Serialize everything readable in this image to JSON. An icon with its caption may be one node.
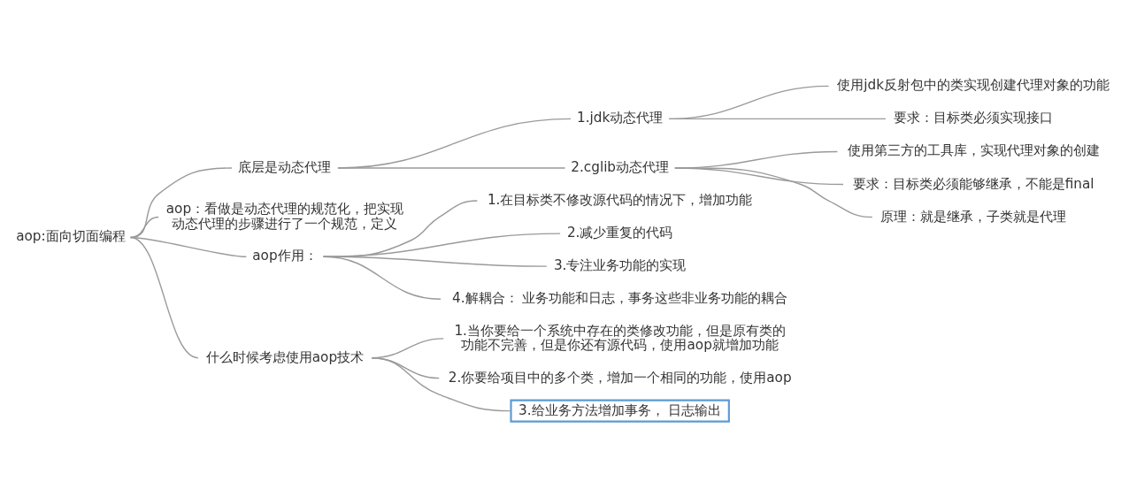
{
  "diagram": {
    "nodes": [
      {
        "text": [
          "aop:面向切面编程"
        ]
      },
      {
        "text": [
          "底层是动态代理"
        ]
      },
      {
        "text": [
          "1.jdk动态代理"
        ]
      },
      {
        "text": [
          "使用jdk反射包中的类实现创建代理对象的功能"
        ]
      },
      {
        "text": [
          "要求：目标类必须实现接口"
        ]
      },
      {
        "text": [
          "2.cglib动态代理"
        ]
      },
      {
        "text": [
          "使用第三方的工具库，实现代理对象的创建"
        ]
      },
      {
        "text": [
          "要求：目标类必须能够继承，不能是final"
        ]
      },
      {
        "text": [
          "原理：就是继承，子类就是代理"
        ]
      },
      {
        "text": [
          "aop：看做是动态代理的规范化，把实现动态代理的步骤进行了一个规范，定义"
        ]
      },
      {
        "text": [
          "aop作用："
        ]
      },
      {
        "text": [
          "1.在目标类不修改源代码的情况下，增加功能"
        ]
      },
      {
        "text": [
          "2.减少重复的代码"
        ]
      },
      {
        "text": [
          "3.专注业务功能的实现"
        ]
      },
      {
        "text": [
          "4.解耦合： 业务功能和日志，事务这些非业务功能的耦合"
        ]
      },
      {
        "text": [
          "什么时候考虑使用aop技术"
        ]
      },
      {
        "text": [
          "1.当你要给一个系统中存在的类修改功能，但是原有类的功能不完善，但是你还有源代码，使用aop就增加功能"
        ]
      },
      {
        "text": [
          "2.你要给项目中的多个类，增加一个相同的功能，使用aop"
        ]
      },
      {
        "text": [
          "3.给业务方法增加事务， 日志输出"
        ]
      }
    ],
    "edges": [
      {
        "from": 0,
        "to": 1,
        "arrow": "none"
      },
      {
        "from": 1,
        "to": 2,
        "arrow": "none"
      },
      {
        "from": 2,
        "to": 3,
        "arrow": "none"
      },
      {
        "from": 2,
        "to": 4,
        "arrow": "none"
      },
      {
        "from": 1,
        "to": 5,
        "arrow": "none"
      },
      {
        "from": 5,
        "to": 6,
        "arrow": "none"
      },
      {
        "from": 5,
        "to": 7,
        "arrow": "none"
      },
      {
        "from": 5,
        "to": 8,
        "arrow": "none"
      },
      {
        "from": 0,
        "to": 9,
        "arrow": "none"
      },
      {
        "from": 0,
        "to": 10,
        "arrow": "none"
      },
      {
        "from": 10,
        "to": 11,
        "arrow": "none"
      },
      {
        "from": 10,
        "to": 12,
        "arrow": "none"
      },
      {
        "from": 10,
        "to": 13,
        "arrow": "none"
      },
      {
        "from": 10,
        "to": 14,
        "arrow": "none"
      },
      {
        "from": 0,
        "to": 15,
        "arrow": "none"
      },
      {
        "from": 15,
        "to": 16,
        "arrow": "none"
      },
      {
        "from": 15,
        "to": 17,
        "arrow": "none"
      },
      {
        "from": 15,
        "to": 18,
        "arrow": "none"
      }
    ]
  }
}
